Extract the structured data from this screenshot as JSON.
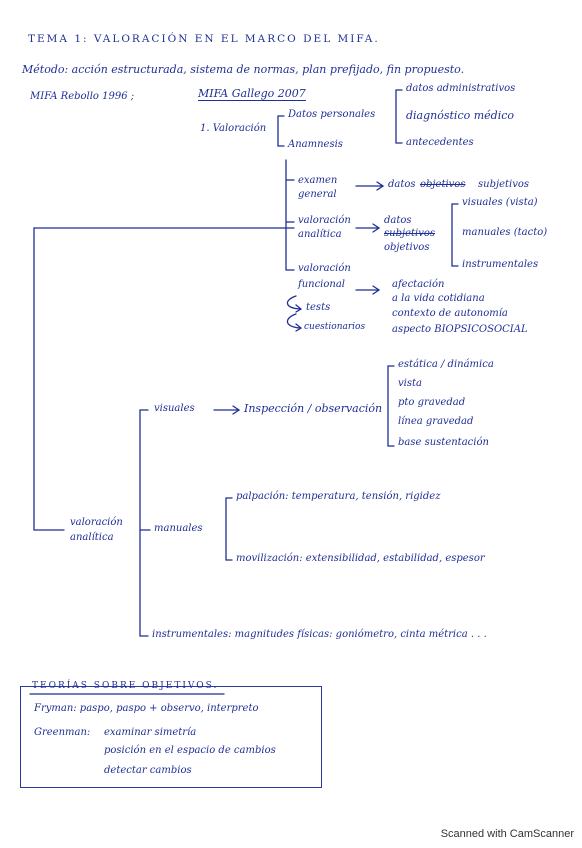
{
  "title": "TEMA 1: VALORACIÓN EN EL MARCO DEL MIFA.",
  "metodo": "Método: acción estructurada, sistema de normas, plan prefijado, fin propuesto.",
  "refs": {
    "rebollo": "MIFA Rebollo 1996 ;",
    "gallego": "MIFA Gallego 2007"
  },
  "valoracion": {
    "label": "1. Valoración",
    "datos_personales": "Datos personales",
    "anamnesis": "Anamnesis",
    "dp_items": [
      "datos administrativos",
      "diagnóstico médico",
      "antecedentes"
    ],
    "examen_general": [
      "examen",
      "general"
    ],
    "examen_result": "datos",
    "examen_struck": "objetivos",
    "examen_result2": "subjetivos",
    "val_analitica": [
      "valoración",
      "analítica"
    ],
    "va_datos": "datos",
    "va_struck": "subjetivos",
    "va_objetivos": "objetivos",
    "va_items": [
      "visuales (vista)",
      "manuales (tacto)",
      "instrumentales"
    ],
    "val_funcional": [
      "valoración",
      "funcional"
    ],
    "vf_items": [
      "afectación",
      "a la vida cotidiana",
      "contexto de autonomía",
      "aspecto BIOPSICOSOCIAL"
    ],
    "tests": "tests",
    "cuestionarios": "cuestionarios"
  },
  "analitica": {
    "label": [
      "valoración",
      "analítica"
    ],
    "visuales": "visuales",
    "inspeccion": "Inspección / observación",
    "insp_items": [
      "estática / dinámica",
      "vista",
      "pto gravedad",
      "línea gravedad",
      "base sustentación"
    ],
    "manuales": "manuales",
    "palpacion": "palpación: temperatura, tensión, rigidez",
    "movilizacion": "movilización: extensibilidad, estabilidad, espesor",
    "instrumentales": "instrumentales: magnitudes físicas: goniómetro, cinta métrica . . ."
  },
  "teorias": {
    "heading": "TEORÍAS SOBRE OBJETIVOS.",
    "fryman": "Fryman: paspo, paspo + observo, interpreto",
    "greenman_label": "Greenman:",
    "greenman_items": [
      "examinar simetría",
      "posición en el espacio de cambios",
      "detectar cambios"
    ]
  },
  "footer": "Scanned with CamScanner"
}
